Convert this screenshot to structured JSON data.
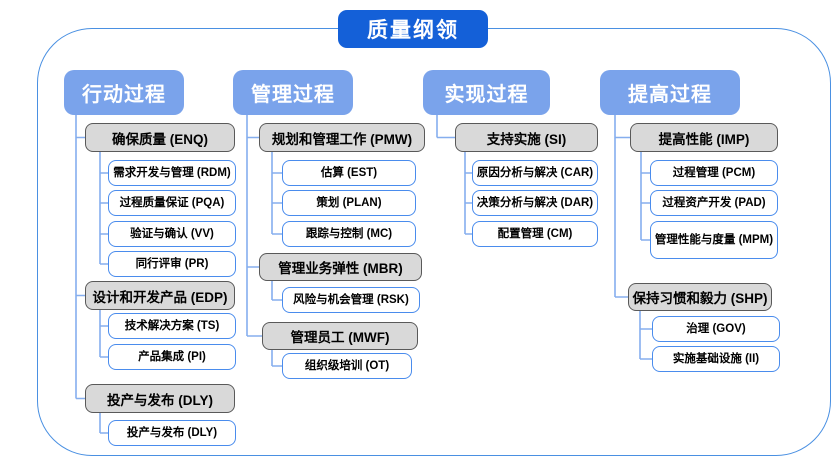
{
  "title": "质量纲领",
  "colors": {
    "title_bg": "#1460d8",
    "header_bg": "#7aa3eb",
    "group_bg": "#d9d9d9",
    "group_border": "#595959",
    "item_border": "#4a8ced",
    "connector_line": "#85aeee",
    "frame_border": "#4a90e2"
  },
  "columns": [
    {
      "header": "行动过程",
      "groups": [
        {
          "label": "确保质量 (ENQ)",
          "children": [
            "需求开发与管理 (RDM)",
            "过程质量保证 (PQA)",
            "验证与确认 (VV)",
            "同行评审 (PR)"
          ]
        },
        {
          "label": "设计和开发产品 (EDP)",
          "children": [
            "技术解决方案 (TS)",
            "产品集成 (PI)"
          ]
        },
        {
          "label": "投产与发布 (DLY)",
          "children": [
            "投产与发布 (DLY)"
          ]
        }
      ]
    },
    {
      "header": "管理过程",
      "groups": [
        {
          "label": "规划和管理工作 (PMW)",
          "children": [
            "估算 (EST)",
            "策划 (PLAN)",
            "跟踪与控制 (MC)"
          ]
        },
        {
          "label": "管理业务弹性 (MBR)",
          "children": [
            "风险与机会管理 (RSK)"
          ]
        },
        {
          "label": "管理员工 (MWF)",
          "children": [
            "组织级培训 (OT)"
          ]
        }
      ]
    },
    {
      "header": "实现过程",
      "groups": [
        {
          "label": "支持实施 (SI)",
          "children": [
            "原因分析与解决 (CAR)",
            "决策分析与解决 (DAR)",
            "配置管理 (CM)"
          ]
        }
      ]
    },
    {
      "header": "提高过程",
      "groups": [
        {
          "label": "提高性能 (IMP)",
          "children": [
            "过程管理 (PCM)",
            "过程资产开发 (PAD)",
            "管理性能与度量 (MPM)"
          ]
        },
        {
          "label": "保持习惯和毅力 (SHP)",
          "children": [
            "治理 (GOV)",
            "实施基础设施 (II)"
          ]
        }
      ]
    }
  ]
}
